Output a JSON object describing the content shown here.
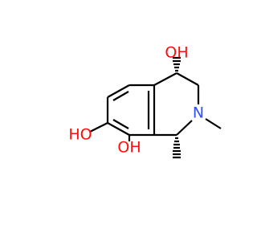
{
  "molecule": {
    "colors": {
      "bond": "#000000",
      "oxygen": "#ff0d0d",
      "nitrogen": "#3050f8",
      "background": "#ffffff"
    },
    "labels": {
      "oh_top": "OH",
      "oh_left": "HO",
      "oh_bottom": "OH",
      "n": "N"
    }
  }
}
